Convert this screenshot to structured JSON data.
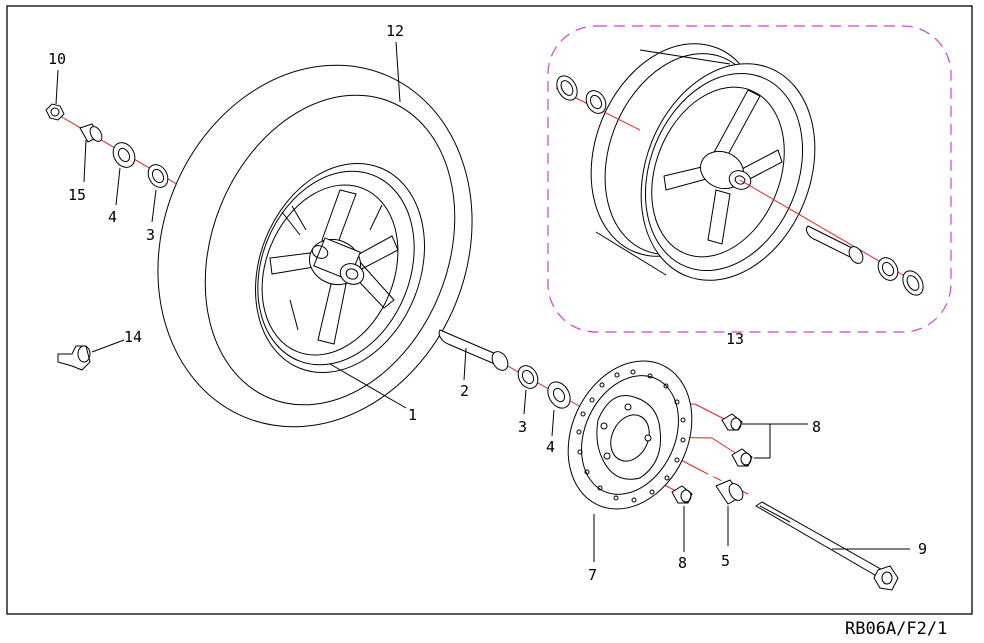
{
  "drawing_ref": "RB06A/F2/1",
  "colors": {
    "axis_line": "#e02020",
    "assembly_box": "#d040d0",
    "line": "#000000"
  },
  "callouts": [
    {
      "id": "c1",
      "label": "1"
    },
    {
      "id": "c2",
      "label": "2"
    },
    {
      "id": "c3a",
      "label": "3"
    },
    {
      "id": "c3b",
      "label": "3"
    },
    {
      "id": "c4a",
      "label": "4"
    },
    {
      "id": "c4b",
      "label": "4"
    },
    {
      "id": "c5",
      "label": "5"
    },
    {
      "id": "c7",
      "label": "7"
    },
    {
      "id": "c8a",
      "label": "8"
    },
    {
      "id": "c8b",
      "label": "8"
    },
    {
      "id": "c9",
      "label": "9"
    },
    {
      "id": "c10",
      "label": "10"
    },
    {
      "id": "c12",
      "label": "12"
    },
    {
      "id": "c13",
      "label": "13"
    },
    {
      "id": "c14",
      "label": "14"
    },
    {
      "id": "c15",
      "label": "15"
    }
  ]
}
